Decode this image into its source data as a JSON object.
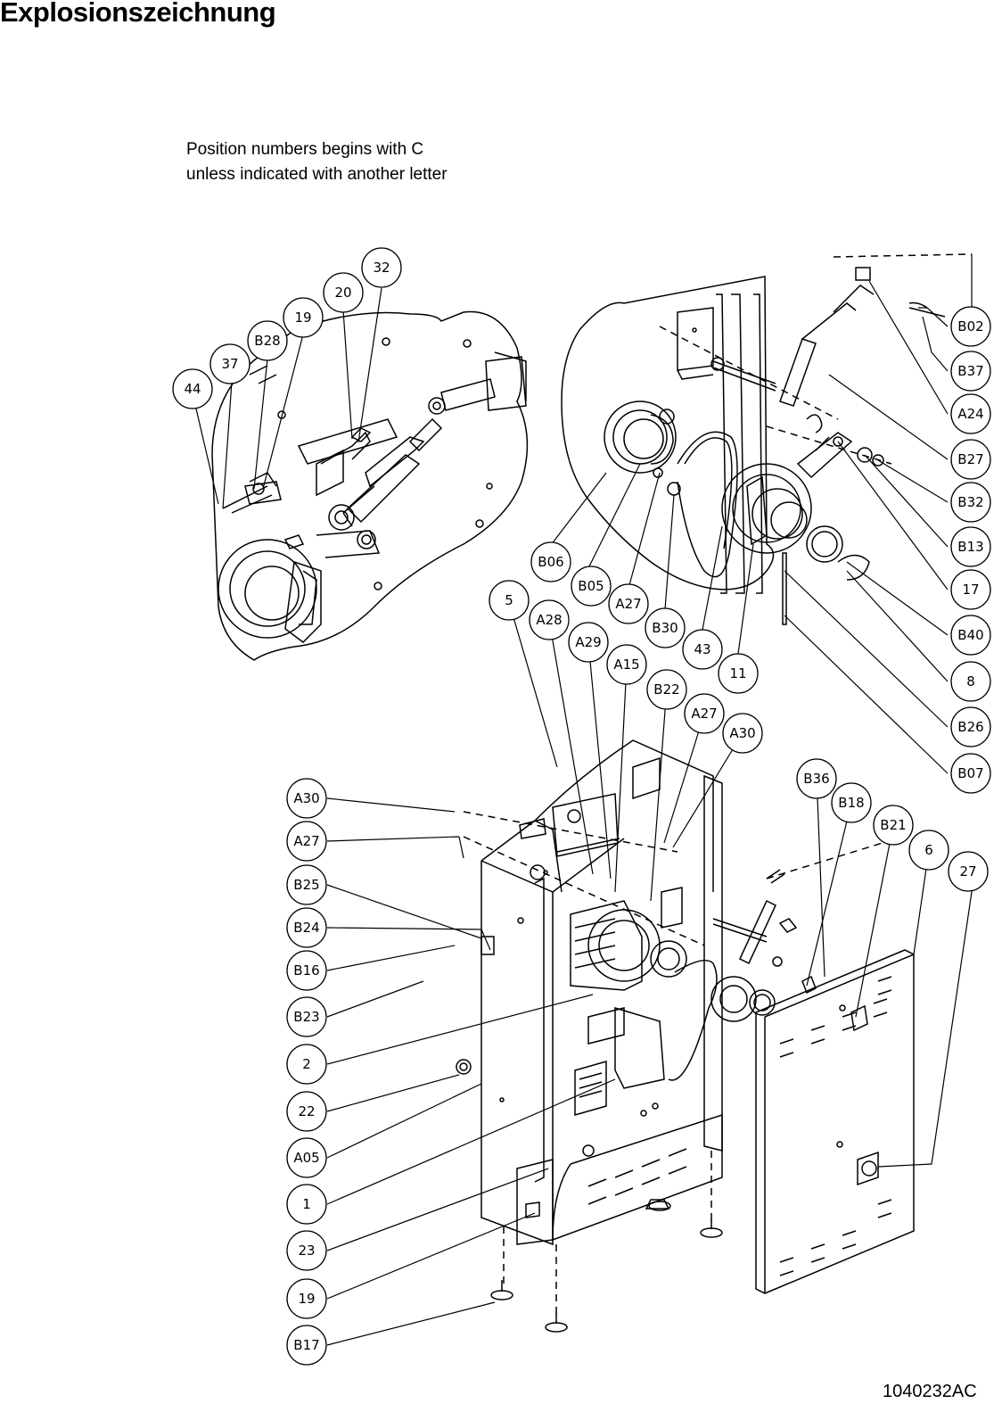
{
  "title": "Explosionszeichnung",
  "note": {
    "line1": "Position numbers begins with C",
    "line2": "unless indicated with another letter"
  },
  "document_number": "1040232AC",
  "callouts": {
    "detail_left": [
      "32",
      "20",
      "19",
      "B28",
      "37",
      "44"
    ],
    "detail_right": [
      "B02",
      "B37",
      "A24",
      "B27",
      "B32",
      "B13",
      "17",
      "B40",
      "8",
      "B26",
      "B07",
      "B06",
      "B05",
      "A27",
      "B30",
      "43",
      "11"
    ],
    "main_top": [
      "5",
      "A28",
      "A29",
      "A15",
      "B22",
      "A27",
      "A30",
      "B36",
      "B18",
      "B21",
      "6",
      "27"
    ],
    "main_left": [
      "A30",
      "A27",
      "B25",
      "B24",
      "B16",
      "B23",
      "2",
      "22",
      "A05",
      "1",
      "23",
      "19",
      "B17"
    ]
  }
}
